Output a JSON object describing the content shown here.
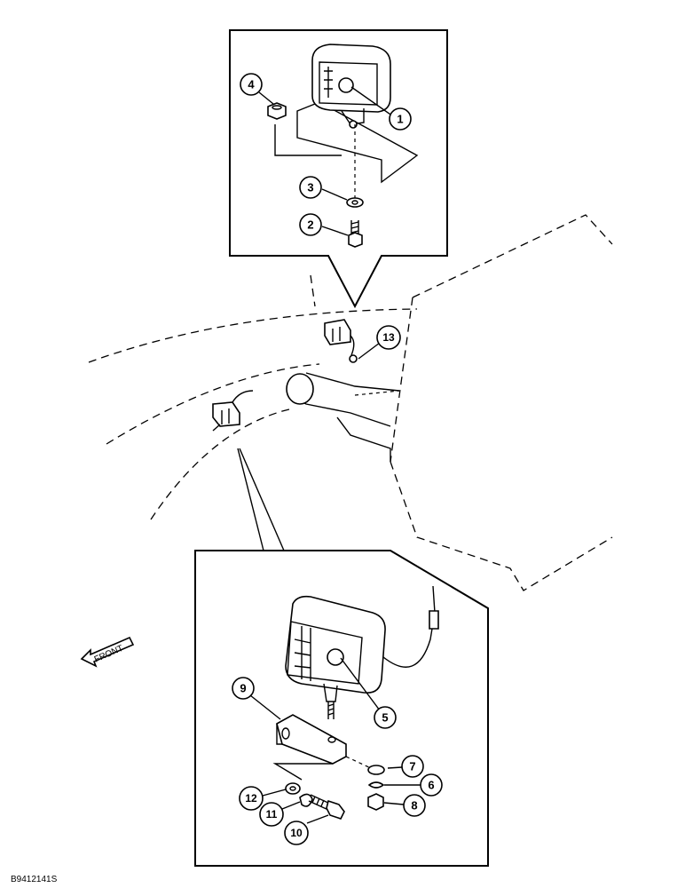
{
  "diagram": {
    "code": "B9412141S",
    "front_label": "FRONT",
    "callouts": [
      "1",
      "2",
      "3",
      "4",
      "5",
      "6",
      "7",
      "8",
      "9",
      "10",
      "11",
      "12",
      "13"
    ]
  }
}
